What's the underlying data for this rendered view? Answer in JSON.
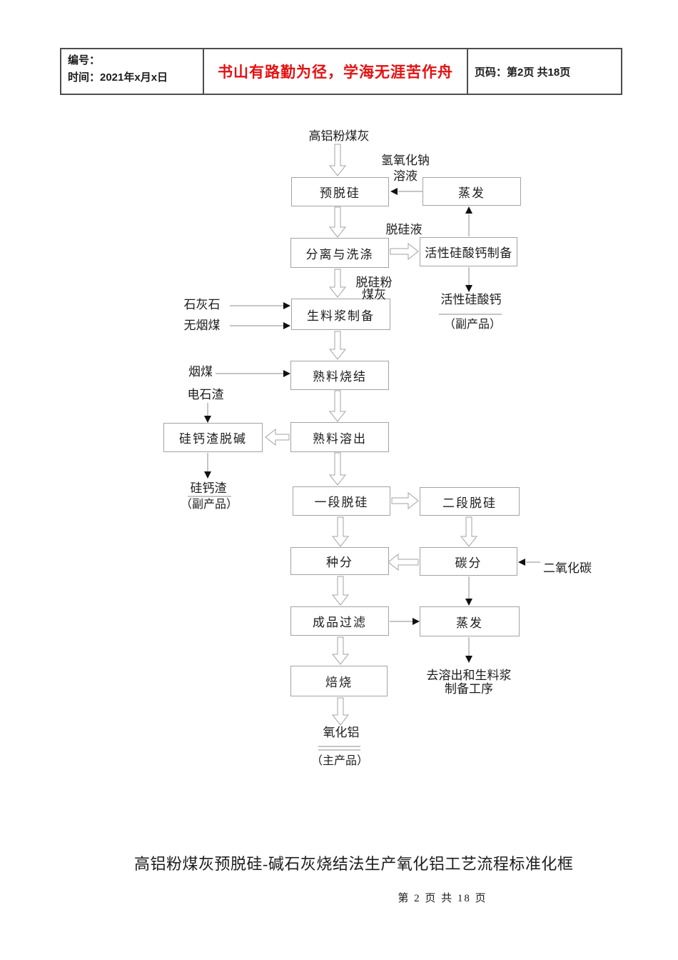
{
  "colors": {
    "motto_red": "#e31212",
    "border_gray": "#a3a3a3",
    "line_gray": "#8c8c8c",
    "ink": "#1c1c1c",
    "table_border": "#4d4d4d"
  },
  "header": {
    "number_label": "编号：",
    "time_label": "时间：2021年x月x日",
    "motto": "书山有路勤为径，学海无涯苦作舟",
    "page_info": "页码：第2页 共18页"
  },
  "flowchart": {
    "nodes": {
      "pre_desilication": "预脱硅",
      "evaporation_top": "蒸发",
      "separation_washing": "分离与洗涤",
      "active_calcium_silicate_prep": "活性硅酸钙制备",
      "raw_slurry_prep": "生料浆制备",
      "clinker_sintering": "熟料烧结",
      "slag_dealkalization": "硅钙渣脱碱",
      "clinker_dissolution": "熟料溶出",
      "first_stage_desilication": "一段脱硅",
      "second_stage_desilication": "二段脱硅",
      "seed_precipitation": "种分",
      "carbonation": "碳分",
      "product_filtration": "成品过滤",
      "evaporation_bottom": "蒸发",
      "roasting": "焙烧"
    },
    "labels": {
      "feed": "高铝粉煤灰",
      "naoh_line1": "氢氧化钠",
      "naoh_line2": "溶液",
      "desilication_liquid": "脱硅液",
      "desilicated_ash_line1": "脱硅粉",
      "desilicated_ash_line2": "煤灰",
      "limestone": "石灰石",
      "anthracite": "无烟煤",
      "bituminous_coal": "烟煤",
      "carbide_slag": "电石渣",
      "active_calcium_silicate": "活性硅酸钙",
      "byproduct_1": "（副产品）",
      "silicon_calcium_slag": "硅钙渣",
      "byproduct_2": "（副产品）",
      "carbon_dioxide": "二氧化碳",
      "to_process_line1": "去溶出和生料浆",
      "to_process_line2": "制备工序",
      "alumina": "氧化铝",
      "main_product": "（主产品）"
    }
  },
  "caption": "高铝粉煤灰预脱硅-碱石灰烧结法生产氧化铝工艺流程标准化框",
  "footer": "第 2 页 共 18 页"
}
